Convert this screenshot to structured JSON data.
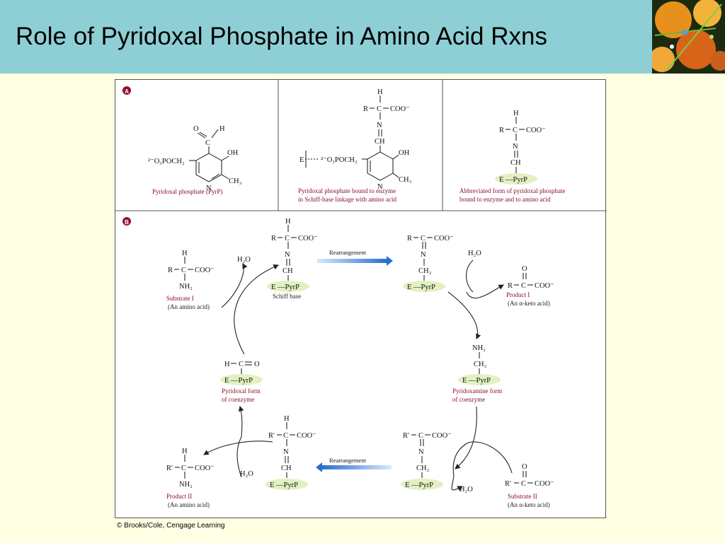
{
  "slide": {
    "title": "Role of Pyridoxal Phosphate in Amino Acid Rxns",
    "credit": "© Brooks/Cole, Cengage Learning"
  },
  "colors": {
    "title_bar": "#8ecfd5",
    "background": "#ffffe3",
    "caption": "#8a0f28",
    "highlight": "#e3f0c2",
    "arrow_blue": "#2a6fd0",
    "badge": "#9a1030"
  },
  "panel_a": {
    "label": "A",
    "pyrp": {
      "o": "O",
      "h": "H",
      "c": "C",
      "oh": "OH",
      "n": "N",
      "ester_left": "²⁻O₃POCH₂",
      "ch3": "CH₃",
      "caption": "Pyridoxal phosphate (PyrP)"
    },
    "schiff": {
      "h": "H",
      "r": "R",
      "c": "C",
      "coo": "COO⁻",
      "n": "N",
      "ch": "CH",
      "oh": "OH",
      "e": "E",
      "ester_left": "²⁻O₃POCH₂",
      "ring_n": "N",
      "ch3": "CH₃",
      "caption_1": "Pyridoxal phosphate bound to enzyme",
      "caption_2": "in Schiff-base linkage with amino acid"
    },
    "abbrev": {
      "h": "H",
      "r": "R",
      "c": "C",
      "coo": "COO⁻",
      "n": "N",
      "ch": "CH",
      "e_pyrp": "E —PyrP",
      "caption_1": "Abbreviated form of pyridoxal phosphate",
      "caption_2": "bound to enzyme and to amino acid"
    }
  },
  "panel_b": {
    "label": "B",
    "substrate1": {
      "h": "H",
      "r": "R",
      "c": "C",
      "coo": "COO⁻",
      "nh2": "NH₂",
      "caption_1": "Substrate I",
      "caption_2": "(An amino acid)"
    },
    "water_top_left": "H₂O",
    "schiff_base": {
      "h": "H",
      "r": "R",
      "c": "C",
      "coo": "COO⁻",
      "n": "N",
      "ch": "CH",
      "e_pyrp": "E —PyrP",
      "caption": "Schiff base"
    },
    "rearrangement_top": "Rearrangement",
    "ketimine_top": {
      "r": "R",
      "c": "C",
      "coo": "COO⁻",
      "n": "N",
      "ch2": "CH₂",
      "e_pyrp": "E —PyrP"
    },
    "water_top_right": "H₂O",
    "product1": {
      "o": "O",
      "r": "R",
      "c": "C",
      "coo": "COO⁻",
      "caption_1": "Product I",
      "caption_2": "(An α-keto acid)"
    },
    "pyridoxamine": {
      "nh2": "NH₂",
      "ch2": "CH₂",
      "e_pyrp": "E —PyrP",
      "caption_1": "Pyridoxamine form",
      "caption_2": "of coenzyme"
    },
    "pyridoxal": {
      "h": "H",
      "c": "C",
      "o": "O",
      "e_pyrp": "E —PyrP",
      "caption_1": "Pyridoxal form",
      "caption_2": "of coenzyme"
    },
    "aldimine_bottom": {
      "h": "H",
      "r": "R'",
      "c": "C",
      "coo": "COO⁻",
      "n": "N",
      "ch": "CH",
      "e_pyrp": "E —PyrP"
    },
    "rearrangement_bottom": "Rearrangement",
    "ketimine_bottom": {
      "r": "R'",
      "c": "C",
      "coo": "COO⁻",
      "n": "N",
      "ch2": "CH₂",
      "e_pyrp": "E —PyrP"
    },
    "product2": {
      "h": "H",
      "r": "R'",
      "c": "C",
      "coo": "COO⁻",
      "nh2": "NH₂",
      "caption_1": "Product II",
      "caption_2": "(An amino acid)"
    },
    "water_bottom_left": "H₂O",
    "water_bottom_right": "H₂O",
    "substrate2": {
      "o": "O",
      "r": "R'",
      "c": "C",
      "coo": "COO⁻",
      "caption_1": "Substrate II",
      "caption_2": "(An α-keto acid)"
    }
  }
}
